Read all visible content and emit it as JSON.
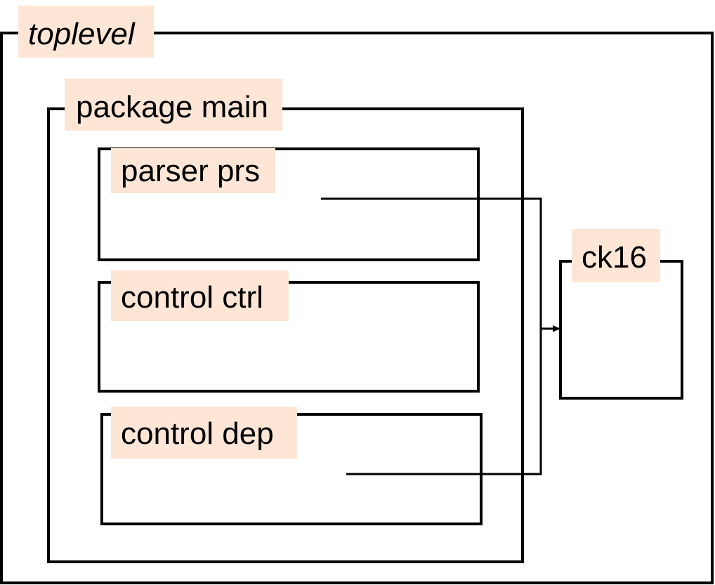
{
  "diagram": {
    "labels": {
      "toplevel": "toplevel",
      "package_main": "package main",
      "parser_prs": "parser prs",
      "control_ctrl": "control ctrl",
      "control_dep": "control dep",
      "ck16": "ck16"
    },
    "connections": [
      {
        "from": "parser prs",
        "to": "ck16",
        "arrow": true
      },
      {
        "from": "control dep",
        "to": "ck16",
        "arrow": true
      }
    ],
    "colors": {
      "label_background": "#fde6d6",
      "stroke": "#000000",
      "background": "#ffffff"
    }
  }
}
